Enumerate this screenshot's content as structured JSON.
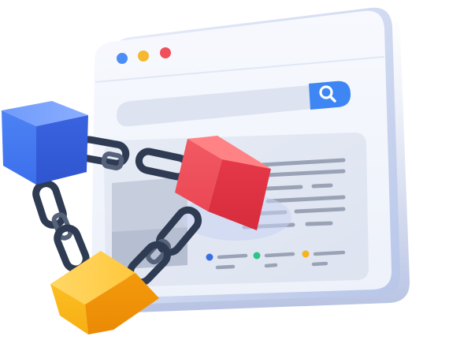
{
  "illustration": {
    "subject": "blockchain-linked-web-browser",
    "window": {
      "dots": [
        {
          "name": "window-dot-blue",
          "color": "#4C8DF6"
        },
        {
          "name": "window-dot-yellow",
          "color": "#F5B82E"
        },
        {
          "name": "window-dot-red",
          "color": "#F0505A"
        }
      ],
      "search": {
        "icon": "search-icon",
        "accent": "#3F86F5"
      },
      "legend_dots": [
        {
          "name": "legend-dot-blue",
          "color": "#3B6FE0"
        },
        {
          "name": "legend-dot-green",
          "color": "#2EC489"
        },
        {
          "name": "legend-dot-yellow",
          "color": "#F3B51E"
        }
      ]
    },
    "blocks": [
      {
        "name": "block-blue",
        "color": "#3F73F0"
      },
      {
        "name": "block-red",
        "color": "#EF3F4F"
      },
      {
        "name": "block-yellow",
        "color": "#F6A712"
      }
    ],
    "chain": {
      "color": "#2F3B52"
    }
  }
}
